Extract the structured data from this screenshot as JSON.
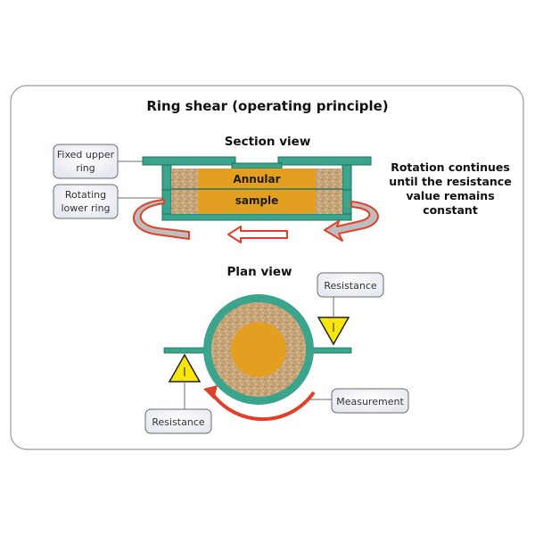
{
  "title": "Ring shear (operating principle)",
  "section_view": {
    "heading": "Section view",
    "label_fixed_upper_ring": [
      "Fixed upper",
      "ring"
    ],
    "label_rotating_lower_ring": [
      "Rotating",
      "lower ring"
    ],
    "sample_line1": "Annular",
    "sample_line2": "sample",
    "note": [
      "Rotation continues",
      "until the resistance",
      "value remains",
      "constant"
    ]
  },
  "plan_view": {
    "heading": "Plan view",
    "label_resistance_top": "Resistance",
    "label_resistance_bottom": "Resistance",
    "label_measurement": "Measurement"
  },
  "colors": {
    "frame_border": "#9a9a9a",
    "ring_green": "#3aa58c",
    "ring_green_dark": "#1f6f5c",
    "sample_orange": "#e3a020",
    "soil_tan": "#c9a57a",
    "arrow_red": "#e0402a",
    "arrow_grey": "#bdbdbd",
    "label_box_fill": "#eef1f6",
    "label_box_stroke": "#6b6b6b",
    "triangle_yellow": "#f7e60c"
  },
  "icons": [
    "rotation-arrow-icon",
    "resistance-triangle-icon",
    "measurement-arrow-icon"
  ]
}
